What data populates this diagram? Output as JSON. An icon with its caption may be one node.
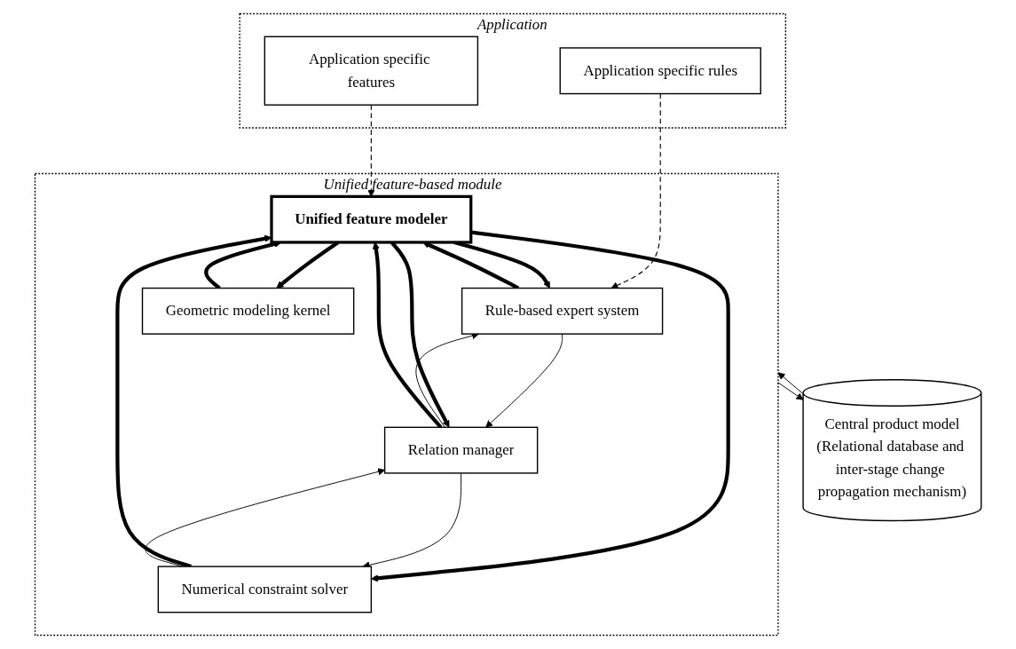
{
  "diagram": {
    "nodes": [
      {
        "text": [
          "Application"
        ]
      },
      {
        "text": [
          "Application specific features"
        ],
        "in": 0
      },
      {
        "text": [
          "Application specific rules"
        ],
        "in": 0
      },
      {
        "text": [
          "Unified feature-based module"
        ]
      },
      {
        "text": [
          "Rule-based expert system"
        ],
        "in": 3
      },
      {
        "text": [
          "Unified feature modeler"
        ],
        "in": 3
      },
      {
        "text": [
          "Relation manager"
        ],
        "in": 3
      },
      {
        "text": [
          "Geometric modeling kernel"
        ],
        "in": 3
      },
      {
        "text": [
          "Numerical constraint solver"
        ],
        "in": 3
      },
      {
        "text": [
          "Central product model",
          "(Relational database and inter-stage change propagation mechanism)"
        ]
      }
    ],
    "edges": [
      {
        "from": 2,
        "to": 4,
        "arrow": "to",
        "style": "dashed"
      },
      {
        "from": 1,
        "to": 5,
        "arrow": "to",
        "style": "dashed"
      },
      {
        "from": 4,
        "to": 5,
        "arrow": "to",
        "style": "thick"
      },
      {
        "from": 5,
        "to": 4,
        "arrow": "to",
        "style": "thick"
      },
      {
        "from": 4,
        "to": 6,
        "arrow": "to"
      },
      {
        "from": 6,
        "to": 4,
        "arrow": "to"
      },
      {
        "from": 5,
        "to": 6,
        "arrow": "to",
        "style": "thick"
      },
      {
        "from": 6,
        "to": 5,
        "arrow": "to",
        "style": "thick"
      },
      {
        "from": 5,
        "to": 7,
        "arrow": "to",
        "style": "thick"
      },
      {
        "from": 7,
        "to": 5,
        "arrow": "to",
        "style": "thick"
      },
      {
        "from": 5,
        "to": 8,
        "arrow": "to",
        "style": "thick"
      },
      {
        "from": 8,
        "to": 5,
        "arrow": "to",
        "style": "thick"
      },
      {
        "from": 8,
        "to": 6,
        "arrow": "to"
      },
      {
        "from": 6,
        "to": 8,
        "arrow": "to"
      },
      {
        "from": 3,
        "to": 9,
        "arrow": "to"
      },
      {
        "from": 9,
        "to": 3,
        "arrow": "to"
      }
    ]
  }
}
